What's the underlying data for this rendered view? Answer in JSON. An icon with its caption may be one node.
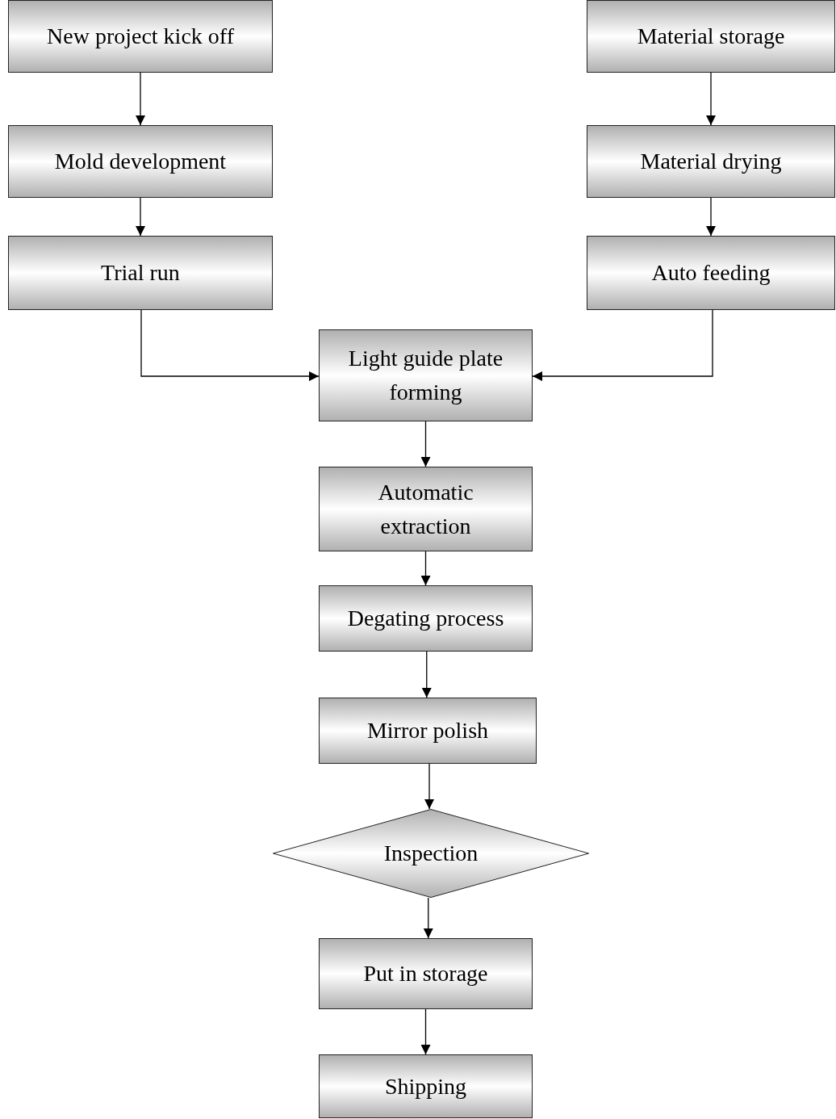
{
  "diagram": {
    "nodes": [
      {
        "text": [
          "New project kick off"
        ]
      },
      {
        "text": [
          "Material storage"
        ]
      },
      {
        "text": [
          "Mold development"
        ]
      },
      {
        "text": [
          "Material drying"
        ]
      },
      {
        "text": [
          "Trial run"
        ]
      },
      {
        "text": [
          "Auto feeding"
        ]
      },
      {
        "text": [
          "Light guide plate forming"
        ]
      },
      {
        "text": [
          "Automatic extraction"
        ]
      },
      {
        "text": [
          "Degating process"
        ]
      },
      {
        "text": [
          "Mirror polish"
        ]
      },
      {
        "text": [
          "Inspection"
        ]
      },
      {
        "text": [
          "Put in storage"
        ]
      },
      {
        "text": [
          "Shipping"
        ]
      }
    ],
    "edges": [
      {
        "from": 0,
        "to": 2,
        "arrow": "to"
      },
      {
        "from": 2,
        "to": 4,
        "arrow": "to"
      },
      {
        "from": 4,
        "to": 6,
        "arrow": "to"
      },
      {
        "from": 1,
        "to": 3,
        "arrow": "to"
      },
      {
        "from": 3,
        "to": 5,
        "arrow": "to"
      },
      {
        "from": 5,
        "to": 6,
        "arrow": "to"
      },
      {
        "from": 6,
        "to": 7,
        "arrow": "to"
      },
      {
        "from": 7,
        "to": 8,
        "arrow": "to"
      },
      {
        "from": 8,
        "to": 9,
        "arrow": "to"
      },
      {
        "from": 9,
        "to": 10,
        "arrow": "to"
      },
      {
        "from": 10,
        "to": 11,
        "arrow": "to"
      },
      {
        "from": 11,
        "to": 12,
        "arrow": "to"
      }
    ]
  }
}
